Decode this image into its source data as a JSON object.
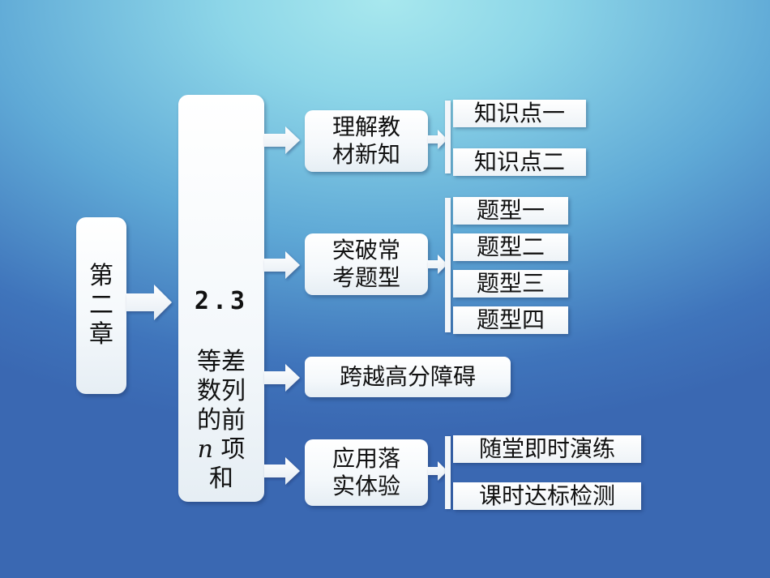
{
  "chapter": {
    "chars": [
      "第",
      "二",
      "章"
    ]
  },
  "section": {
    "number": "2.3",
    "title_lines": [
      "等差",
      "数列",
      "的前"
    ],
    "n_symbol": "n",
    "n_suffix": "项",
    "last_line": "和"
  },
  "categories": [
    {
      "lines": [
        "理解教",
        "材新知"
      ],
      "items": [
        "知识点一",
        "知识点二"
      ]
    },
    {
      "lines": [
        "突破常",
        "考题型"
      ],
      "items": [
        "题型一",
        "题型二",
        "题型三",
        "题型四"
      ]
    },
    {
      "lines": [
        "跨越高分障碍"
      ],
      "items": []
    },
    {
      "lines": [
        "应用落",
        "实体验"
      ],
      "items": [
        "随堂即时演练",
        "课时达标检测"
      ]
    }
  ],
  "colors": {
    "arrow_fill": "#ffffff",
    "box_fill": "#ffffff"
  }
}
